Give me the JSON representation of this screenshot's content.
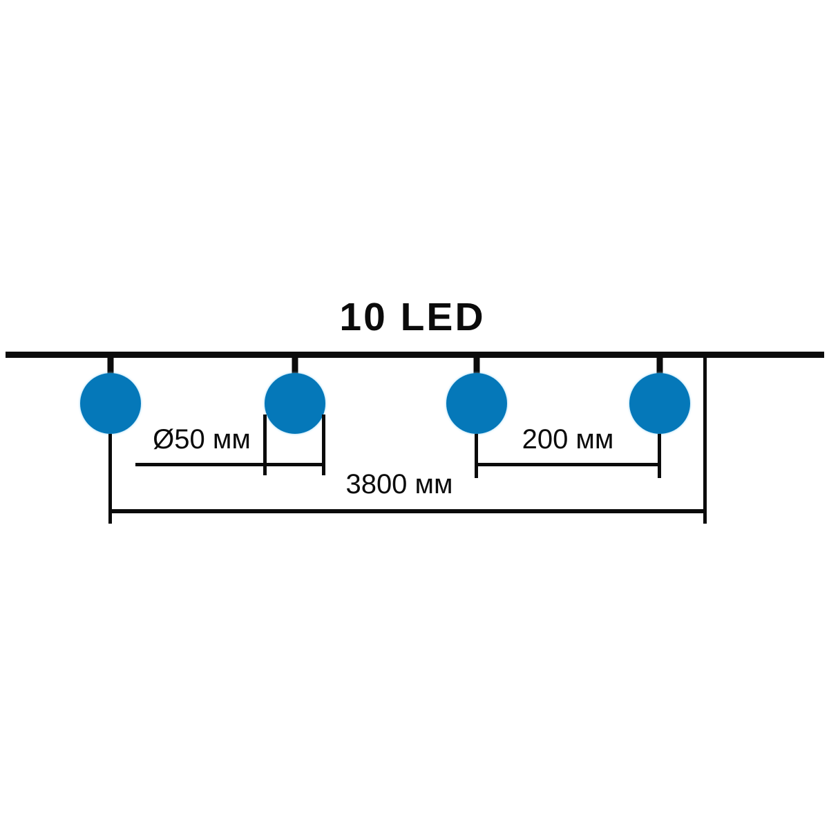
{
  "diagram": {
    "title": "10 LED",
    "bulbs_shown": 4,
    "labels": {
      "diameter": "Ø50 мм",
      "spacing": "200 мм",
      "total_length": "3800 мм"
    },
    "colors": {
      "bulb": "#0578b9",
      "line": "#0b0b0b"
    }
  }
}
